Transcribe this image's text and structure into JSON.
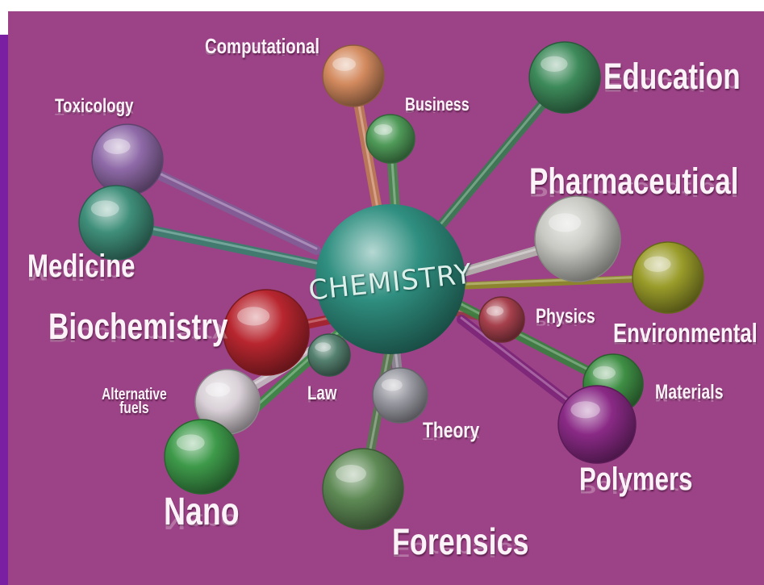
{
  "center": {
    "label": "CHEMISTRY",
    "color": "#2f8f80"
  },
  "background_color": "#9b4386",
  "labels": {
    "computational": "Computational",
    "business": "Business",
    "toxicology": "Toxicology",
    "education": "Education",
    "pharmaceutical": "Pharmaceutical",
    "medicine": "Medicine",
    "biochemistry": "Biochemistry",
    "physics": "Physics",
    "environmental": "Environmental",
    "alternative_fuels_line1": "Alternative",
    "alternative_fuels_line2": "fuels",
    "law": "Law",
    "materials": "Materials",
    "theory": "Theory",
    "polymers": "Polymers",
    "nano": "Nano",
    "forensics": "Forensics"
  },
  "nodes": [
    {
      "id": "computational",
      "color": "#d38a5e"
    },
    {
      "id": "business",
      "color": "#4f9a58"
    },
    {
      "id": "toxicology",
      "color": "#8f6aa8"
    },
    {
      "id": "medicine",
      "color": "#3f8f7a"
    },
    {
      "id": "education",
      "color": "#3d8a5a"
    },
    {
      "id": "pharmaceutical",
      "color": "#c9c9c4"
    },
    {
      "id": "environmental",
      "color": "#9a9c2a"
    },
    {
      "id": "biochemistry",
      "color": "#b8262f"
    },
    {
      "id": "physics",
      "color": "#a6404c"
    },
    {
      "id": "alternative-fuels",
      "color": "#d8d0d6"
    },
    {
      "id": "law",
      "color": "#54806f"
    },
    {
      "id": "theory",
      "color": "#9a9aa3"
    },
    {
      "id": "materials",
      "color": "#3f8f45"
    },
    {
      "id": "polymers",
      "color": "#8a2a86"
    },
    {
      "id": "nano",
      "color": "#3e9a4a"
    },
    {
      "id": "forensics",
      "color": "#5e8a55"
    }
  ]
}
